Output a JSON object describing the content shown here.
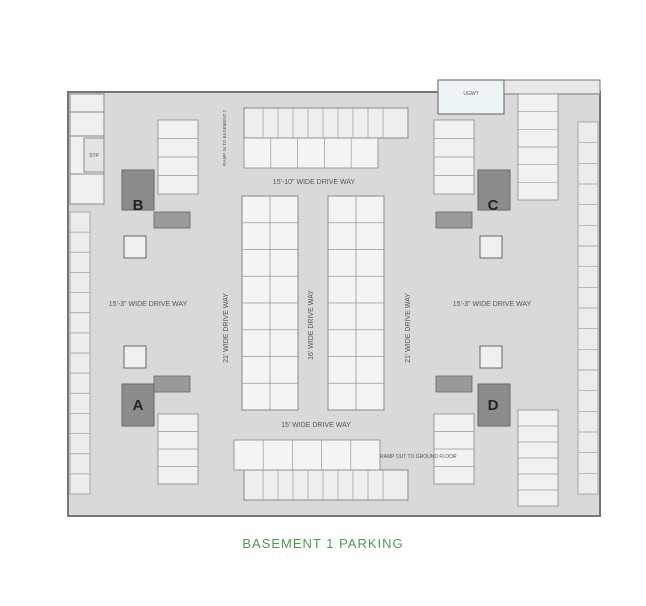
{
  "caption": "BASEMENT 1 PARKING",
  "labels": {
    "ugwt": "UGWT",
    "stp": "STP",
    "ramp_in": "RAMP IN TO BASEMENT 2",
    "ramp_out": "RAMP OUT TO GROUND FLOOR",
    "drive_top": "15'-10\" WIDE DRIVE WAY",
    "drive_bottom": "15' WIDE DRIVE WAY",
    "drive_left": "15'-3\" WIDE DRIVE WAY",
    "drive_right": "15'-3\" WIDE DRIVE WAY",
    "drive_v_left": "21' WIDE DRIVE WAY",
    "drive_v_center": "16' WIDE DRIVE WAY",
    "drive_v_right": "21' WIDE DRIVE WAY"
  },
  "blocks": [
    "A",
    "B",
    "C",
    "D"
  ],
  "colors": {
    "caption": "#4f9a4a",
    "floor": "#d9d9d9",
    "wall": "#7a7a7a",
    "stall": "#f4f4f4",
    "core": "#8c8c8c"
  }
}
